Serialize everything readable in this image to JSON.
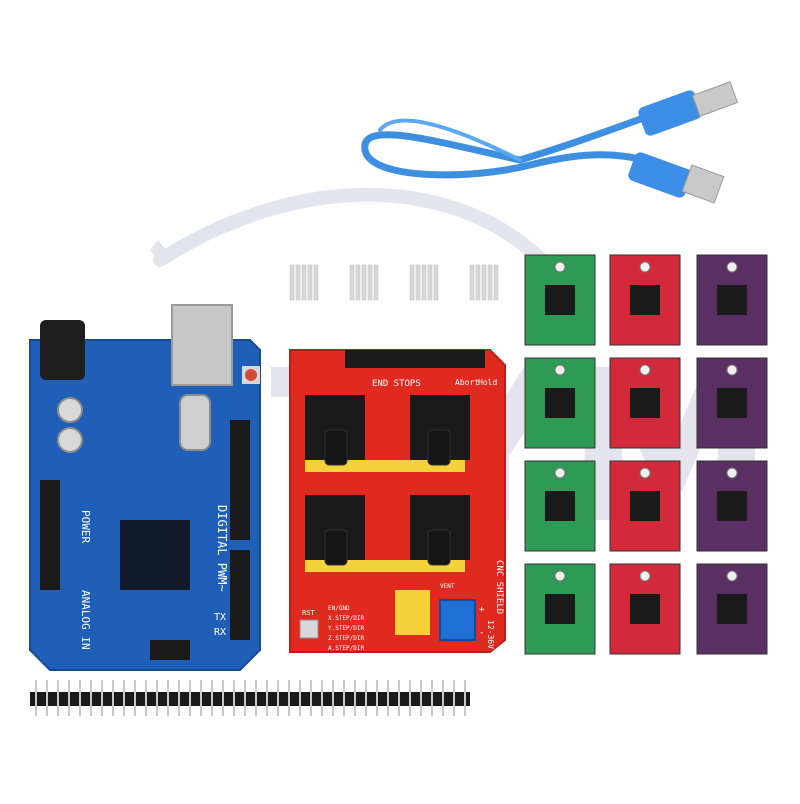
{
  "product": {
    "colors": {
      "background": "#ffffff",
      "uno_board": "#1f5fb8",
      "cnc_shield": "#e12a1f",
      "driver_green": "#2f9a55",
      "driver_red": "#d22a3a",
      "driver_purple": "#5a2f63",
      "usb_cable": "#3f8fe0",
      "heatsink": "#d8d8d8",
      "header_pins": "#222222"
    },
    "items": {
      "usb_cable": "usb-cable",
      "heatsinks": 4,
      "uno_board": "arduino-uno-board",
      "cnc_shield": "cnc-shield-v3",
      "drivers_per_column": 4,
      "driver_columns": [
        "green",
        "red",
        "purple"
      ],
      "pin_header": "pin-header-strip"
    }
  },
  "uno_text": {
    "digital": "DIGITAL PWM~",
    "power": "POWER",
    "analog": "ANALOG IN",
    "tx": "TX",
    "rx": "RX"
  },
  "shield_text": {
    "end_stops": "END STOPS",
    "abort": "Abort",
    "hold": "Hold",
    "cnc_shield": "CNC SHIELD",
    "voltage": "12-36V",
    "rst": "RST",
    "plus": "+",
    "minus": "-",
    "enable": "EN/GND",
    "x_step": "X.STEP/DIR",
    "y_step": "Y.STEP/DIR",
    "z_step": "Z.STEP/DIR",
    "a_step": "A.STEP/DIR",
    "vent": "VENT"
  },
  "watermark": {
    "text": "TYM"
  }
}
